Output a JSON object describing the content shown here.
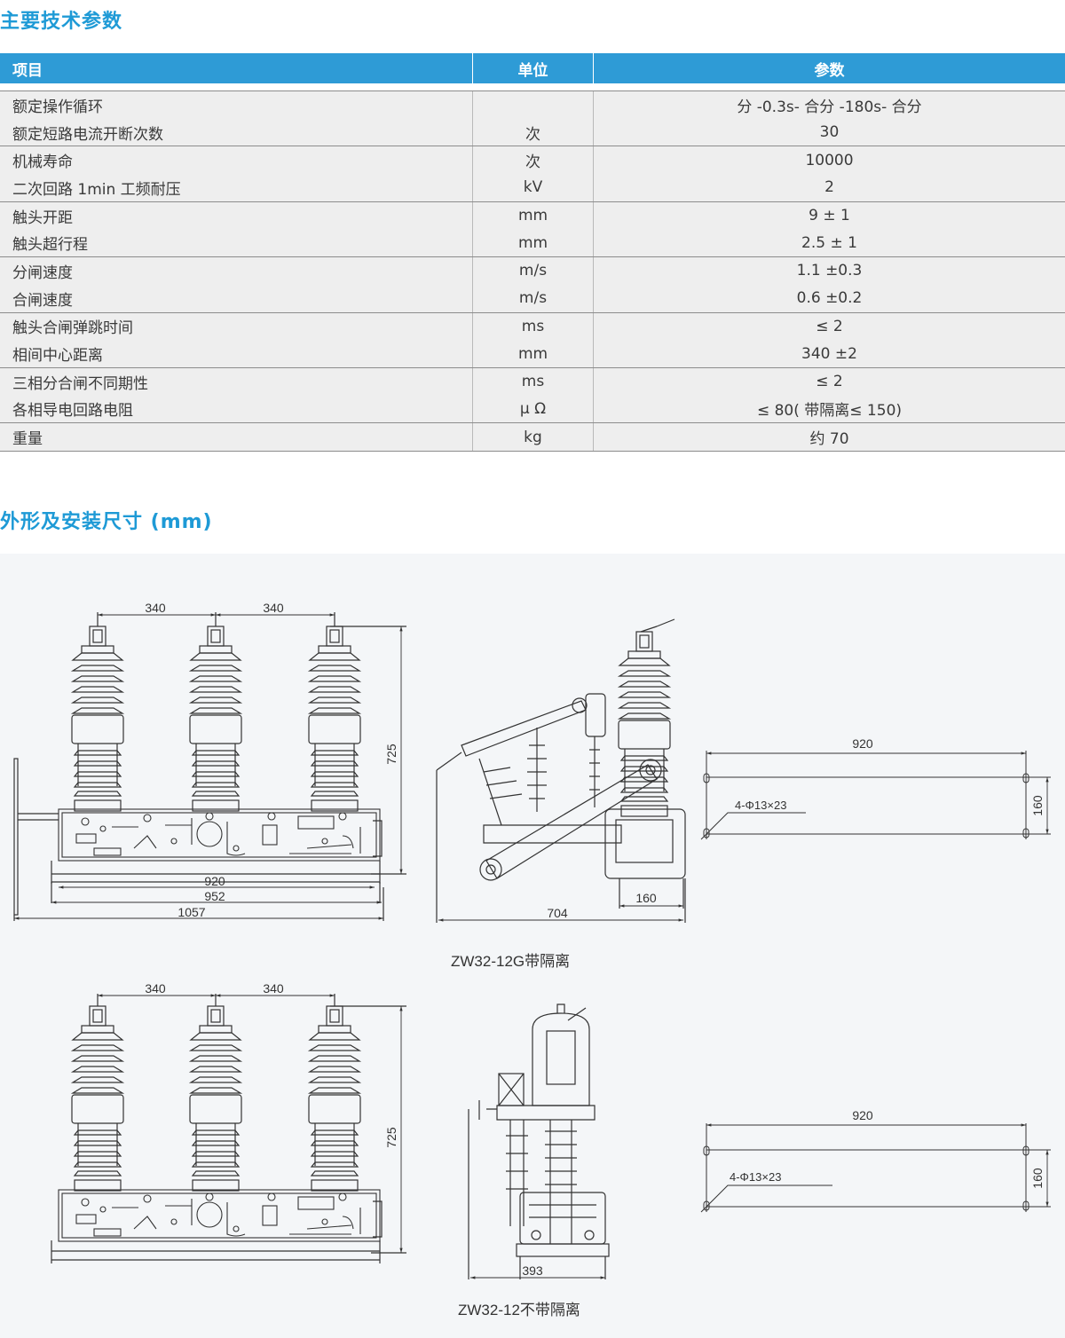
{
  "section1_title": "主要技术参数",
  "section2_title": "外形及安装尺寸 (mm)",
  "table": {
    "headers": [
      "项目",
      "单位",
      "参数"
    ],
    "groups": [
      [
        [
          "额定操作循环",
          "",
          "分 -0.3s- 合分 -180s- 合分"
        ],
        [
          "额定短路电流开断次数",
          "次",
          "30"
        ]
      ],
      [
        [
          "机械寿命",
          "次",
          "10000"
        ],
        [
          "二次回路 1min 工频耐压",
          "kV",
          "2"
        ]
      ],
      [
        [
          "触头开距",
          "mm",
          "9 ± 1"
        ],
        [
          "触头超行程",
          "mm",
          "2.5 ± 1"
        ]
      ],
      [
        [
          "分闸速度",
          "m/s",
          "1.1 ±0.3"
        ],
        [
          "合闸速度",
          "m/s",
          "0.6 ±0.2"
        ]
      ],
      [
        [
          "触头合闸弹跳时间",
          "ms",
          "≤ 2"
        ],
        [
          "相间中心距离",
          "mm",
          "340 ±2"
        ]
      ],
      [
        [
          "三相分合闸不同期性",
          "ms",
          "≤ 2"
        ],
        [
          "各相导电回路电阻",
          "μ Ω",
          "≤ 80( 带隔离≤ 150)"
        ]
      ],
      [
        [
          "重量",
          "kg",
          "约 70"
        ]
      ]
    ]
  },
  "drawings": {
    "top": {
      "front_dims": [
        "340",
        "340",
        "725",
        "920",
        "952",
        "1057"
      ],
      "side_dims": [
        "704",
        "160"
      ],
      "plan_dims": [
        "920",
        "160"
      ],
      "hole_label": "4-Φ13×23",
      "caption": "ZW32-12G带隔离"
    },
    "bottom": {
      "front_dims": [
        "340",
        "340",
        "725"
      ],
      "side_dims": [
        "393"
      ],
      "plan_dims": [
        "920",
        "160"
      ],
      "hole_label": "4-Φ13×23",
      "caption": "ZW32-12不带隔离"
    }
  },
  "colors": {
    "accent": "#1e9ad6",
    "header_bg": "#2e9bd6",
    "row_bg": "#eeeeee",
    "panel_bg": "#f4f6f8"
  }
}
